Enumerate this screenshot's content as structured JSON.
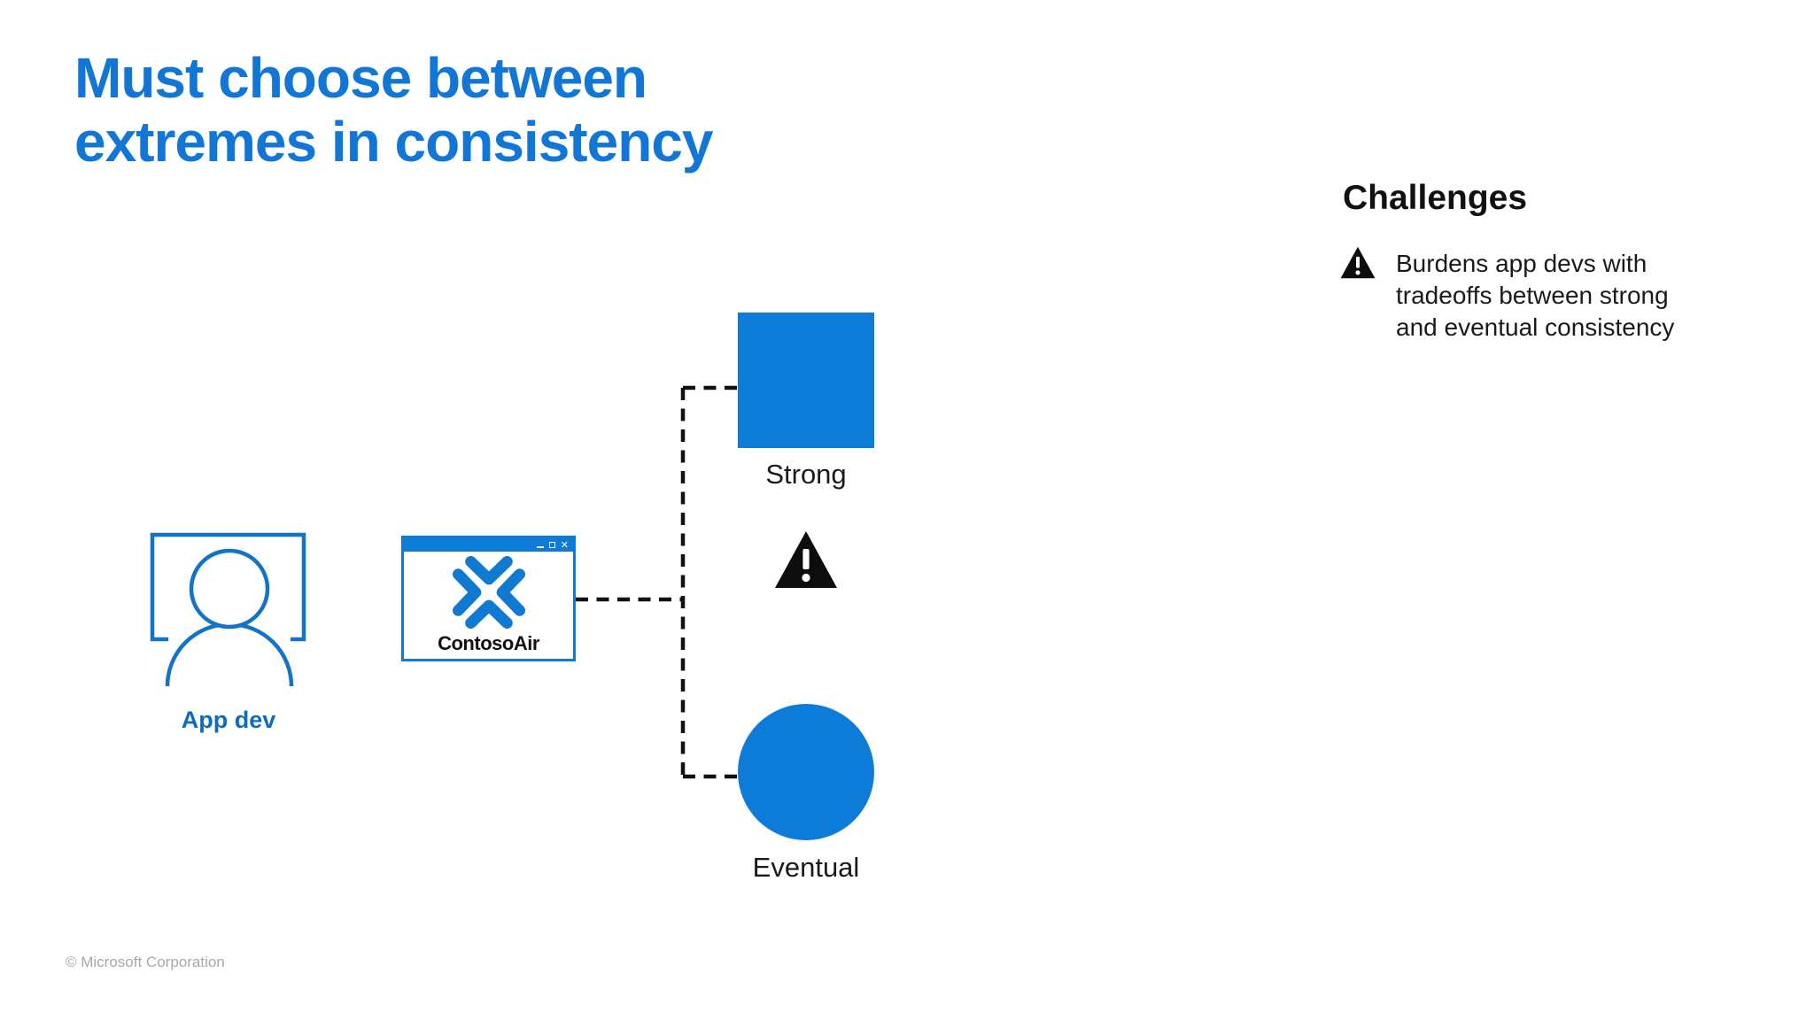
{
  "slide": {
    "title_line1": "Must choose between",
    "title_line2": "extremes in consistency"
  },
  "colors": {
    "accent_blue": "#0d7bd8",
    "title_blue": "#1176d6",
    "icon_stroke_blue": "#1273c9",
    "app_dev_label_blue": "#0f6cbd",
    "text_black": "#1a1a1a",
    "footer_gray": "#a9a9a9",
    "warning_black": "#0d0d0d"
  },
  "diagram": {
    "app_dev": {
      "icon": "person-monitor-icon",
      "label": "App dev"
    },
    "app_window": {
      "name": "ContosoAir",
      "logo_icon": "contoso-pinwheel-icon",
      "controls": {
        "minimize": "minimize-icon",
        "maximize": "maximize-icon",
        "close": "✕"
      }
    },
    "connector_style": "black-dashed",
    "warning_icon": "warning-triangle-icon",
    "options": [
      {
        "shape": "square",
        "label": "Strong"
      },
      {
        "shape": "circle",
        "label": "Eventual"
      }
    ]
  },
  "challenges": {
    "heading": "Challenges",
    "items": [
      {
        "icon": "warning-triangle-icon",
        "text": "Burdens app devs with tradeoffs between strong and eventual consistency"
      }
    ]
  },
  "footer": {
    "copyright": "© Microsoft Corporation"
  }
}
